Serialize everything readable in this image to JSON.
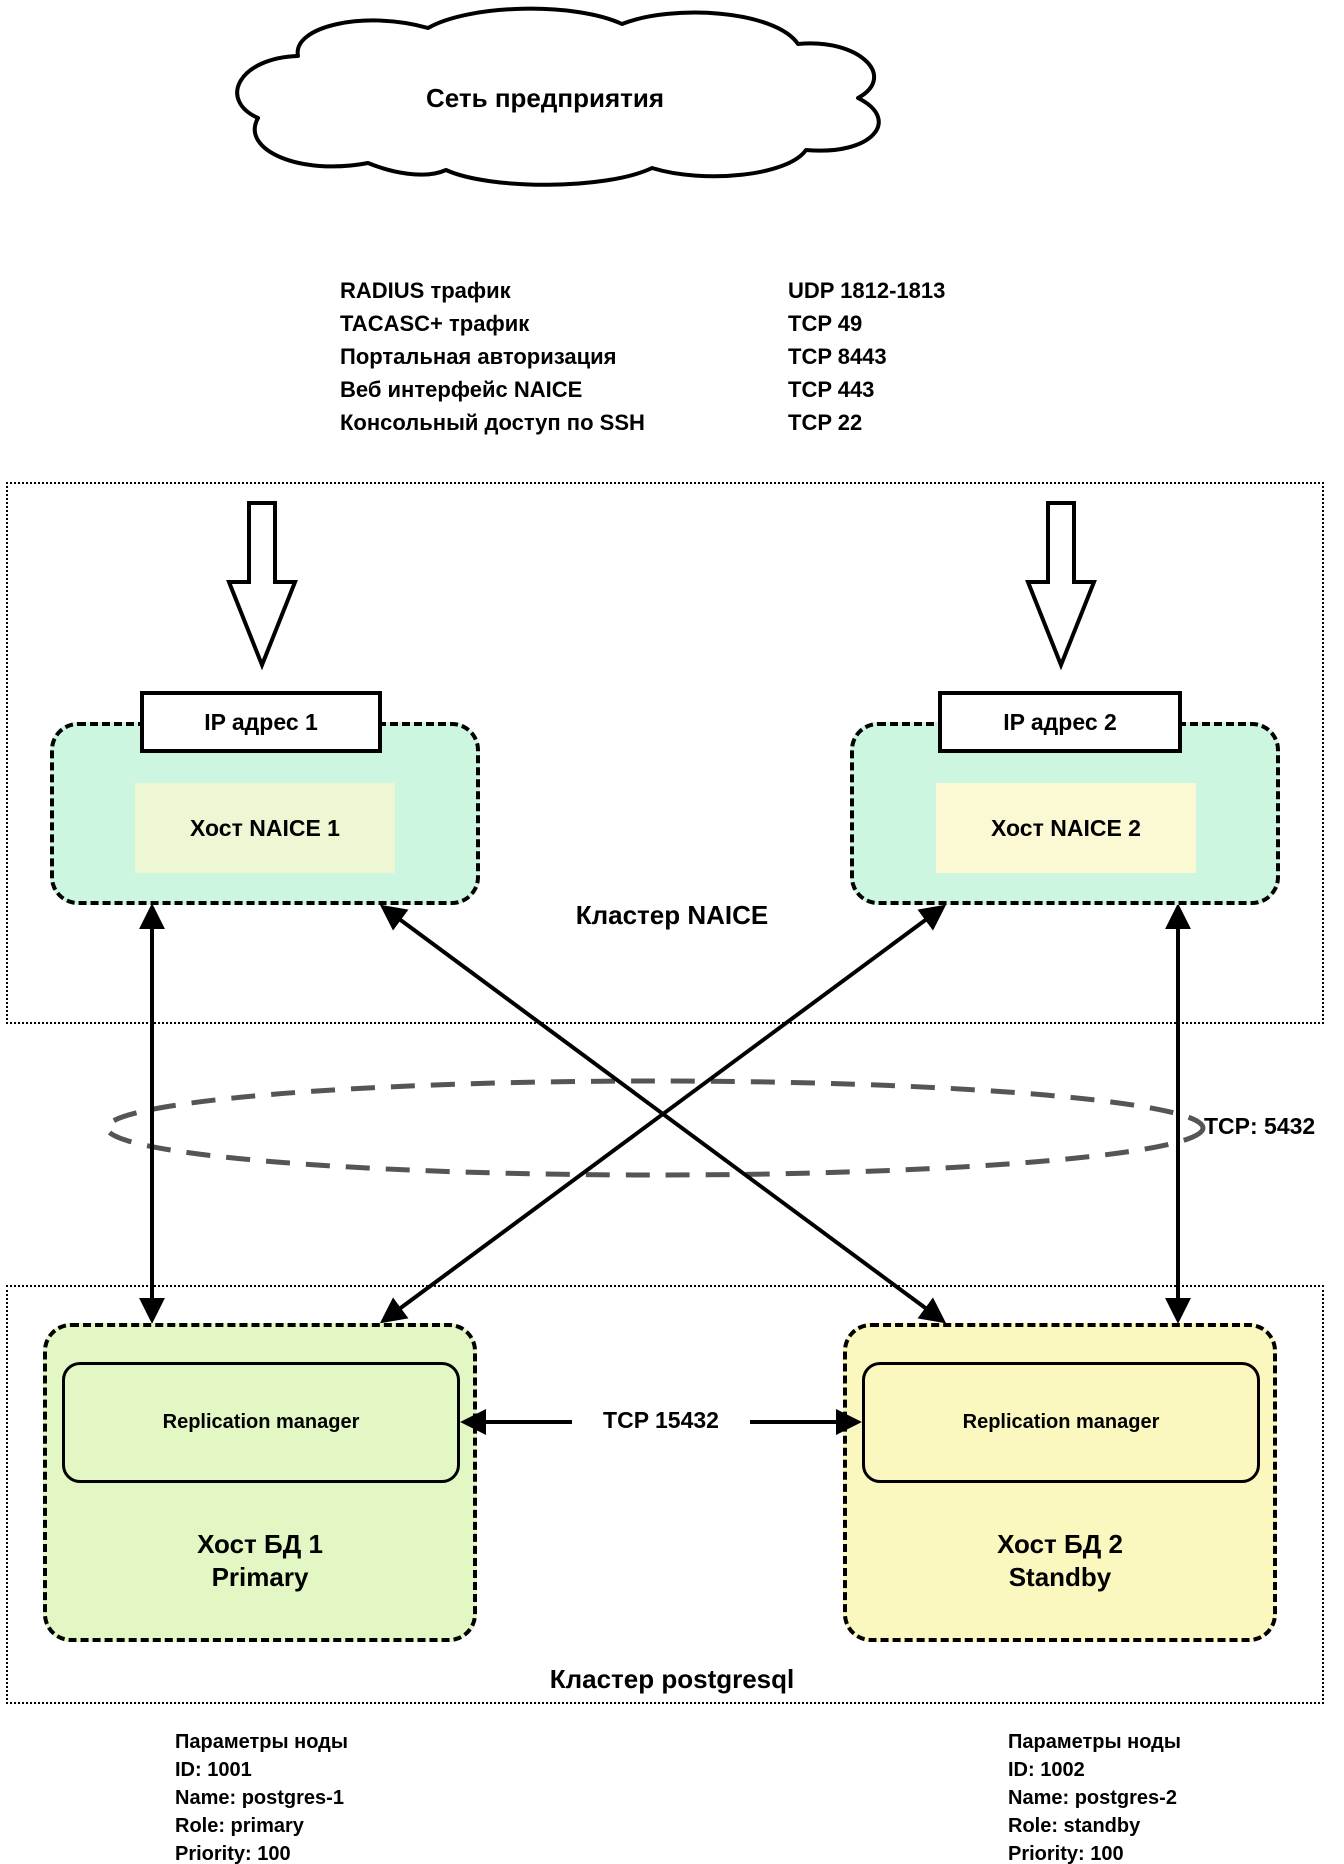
{
  "cloud": {
    "label": "Сеть предприятия"
  },
  "legend": {
    "rows": [
      {
        "label": "RADIUS трафик",
        "value": "UDP 1812-1813"
      },
      {
        "label": "TACASC+ трафик",
        "value": "TCP 49"
      },
      {
        "label": "Портальная авторизация",
        "value": "TCP 8443"
      },
      {
        "label": "Веб интерфейс NAICE",
        "value": "TCP 443"
      },
      {
        "label": "Консольный доступ по SSH",
        "value": "TCP 22"
      }
    ]
  },
  "naice_cluster": {
    "label": "Кластер NAICE",
    "host1": {
      "ip_label": "IP адрес 1",
      "host_label": "Хост NAICE 1"
    },
    "host2": {
      "ip_label": "IP адрес 2",
      "host_label": "Хост NAICE 2"
    }
  },
  "db_link": {
    "label": "TCP: 5432"
  },
  "pg_cluster": {
    "label": "Кластер postgresql",
    "rm_link_label": "TCP 15432",
    "db1": {
      "rm_label": "Replication manager",
      "host_line1": "Хост БД 1",
      "host_line2": "Primary"
    },
    "db2": {
      "rm_label": "Replication manager",
      "host_line1": "Хост БД 2",
      "host_line2": "Standby"
    }
  },
  "node_params_left": {
    "title": "Параметры ноды",
    "lines": [
      "ID: 1001",
      "Name: postgres-1",
      "Role: primary",
      "Priority: 100"
    ]
  },
  "node_params_right": {
    "title": "Параметры ноды",
    "lines": [
      "ID: 1002",
      "Name: postgres-2",
      "Role: standby",
      "Priority: 100"
    ]
  },
  "colors": {
    "mint": "#cdf6e1",
    "pale-green-yellow": "#edf7d3",
    "pale-yellow": "#fbf8d4",
    "db-green": "#e2f7c3",
    "db-yellow": "#faf7bf",
    "ellipse-stroke": "#555555"
  }
}
